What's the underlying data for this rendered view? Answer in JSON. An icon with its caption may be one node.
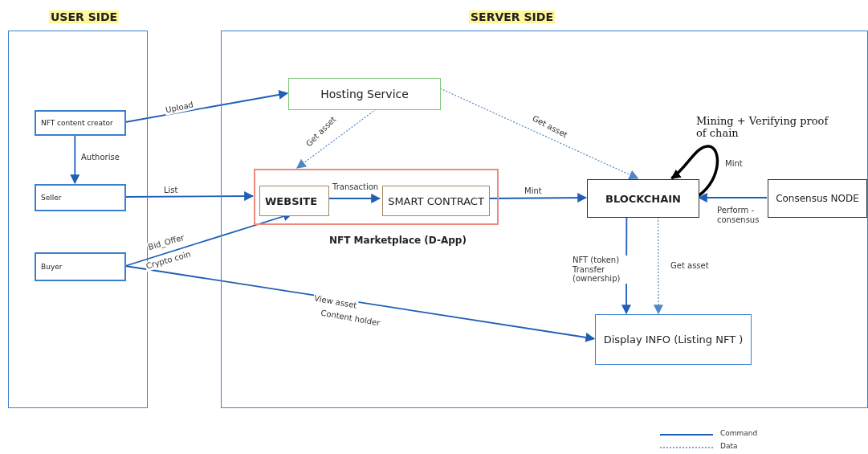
{
  "diagram": {
    "nodes": [
      {
        "text": [
          "USER SIDE"
        ]
      },
      {
        "text": [
          "NFT content creator"
        ],
        "in": 0
      },
      {
        "text": [
          "Seller"
        ],
        "in": 0
      },
      {
        "text": [
          "Buyer"
        ],
        "in": 0
      },
      {
        "text": [
          "SERVER SIDE"
        ]
      },
      {
        "text": [
          "Hosting Service"
        ],
        "in": 4
      },
      {
        "text": [
          "NFT Marketplace (D-App)"
        ],
        "in": 4
      },
      {
        "text": [
          "WEBSITE"
        ],
        "in": 6
      },
      {
        "text": [
          "SMART CONTRACT"
        ],
        "in": 6
      },
      {
        "text": [
          "BLOCKCHAIN"
        ],
        "in": 4
      },
      {
        "text": [
          "Consensus NODE"
        ],
        "in": 4
      },
      {
        "text": [
          "Display INFO (Listing NFT )"
        ],
        "in": 4
      }
    ],
    "edges": [
      {
        "from": 1,
        "to": 5,
        "arrow": "to",
        "label": "Upload"
      },
      {
        "from": 1,
        "to": 2,
        "arrow": "to",
        "label": "Authorise"
      },
      {
        "from": 2,
        "to": 6,
        "arrow": "to",
        "label": "List"
      },
      {
        "from": 3,
        "to": 7,
        "arrow": "to",
        "label": "Bid_Offer"
      },
      {
        "from": 3,
        "to": 11,
        "arrow": "to",
        "label": "View asset"
      },
      {
        "from": 5,
        "to": 6,
        "arrow": "to",
        "label": "Get asset",
        "style": "dashed",
        "color": "#4f86c6"
      },
      {
        "from": 5,
        "to": 9,
        "arrow": "to",
        "label": "Get asset",
        "style": "dashed",
        "color": "#4f86c6"
      },
      {
        "from": 7,
        "to": 8,
        "arrow": "to",
        "label": "Transaction"
      },
      {
        "from": 8,
        "to": 9,
        "arrow": "to",
        "label": "Mint"
      },
      {
        "from": 9,
        "to": 9,
        "arrow": "to",
        "label": "Mint",
        "style": "thick",
        "color": "#000000"
      },
      {
        "from": 10,
        "to": 9,
        "arrow": "to",
        "label": "Perform - consensus"
      },
      {
        "from": 9,
        "to": 11,
        "arrow": "to",
        "label": "NFT (token) Transfer (ownership)"
      },
      {
        "from": 9,
        "to": 11,
        "arrow": "to",
        "label": "Get asset",
        "style": "dashed",
        "color": "#4f86c6"
      }
    ],
    "labels": [
      "Crypto coin",
      "Content holder",
      "Mining + Verifying proof of chain"
    ],
    "legend": [
      {
        "text": "Command"
      },
      {
        "text": "Data"
      }
    ]
  }
}
